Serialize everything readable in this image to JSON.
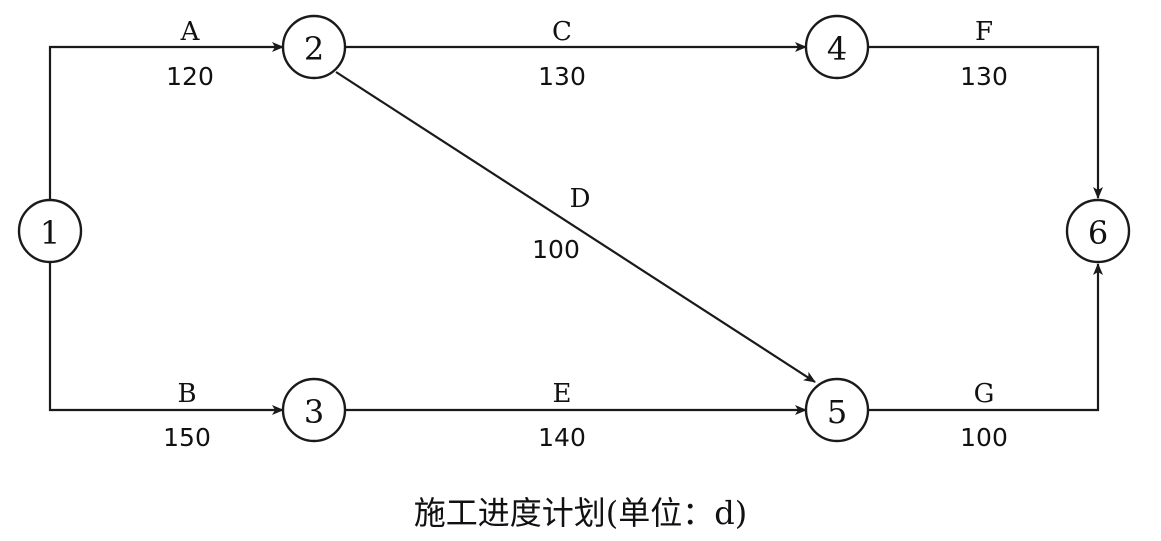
{
  "caption": "施工进度计划(单位：d)",
  "nodes": [
    {
      "id": "1",
      "label": "1"
    },
    {
      "id": "2",
      "label": "2"
    },
    {
      "id": "3",
      "label": "3"
    },
    {
      "id": "4",
      "label": "4"
    },
    {
      "id": "5",
      "label": "5"
    },
    {
      "id": "6",
      "label": "6"
    }
  ],
  "activities": [
    {
      "name": "A",
      "duration": "120",
      "from": "1",
      "to": "2"
    },
    {
      "name": "B",
      "duration": "150",
      "from": "1",
      "to": "3"
    },
    {
      "name": "C",
      "duration": "130",
      "from": "2",
      "to": "4"
    },
    {
      "name": "D",
      "duration": "100",
      "from": "2",
      "to": "5"
    },
    {
      "name": "E",
      "duration": "140",
      "from": "3",
      "to": "5"
    },
    {
      "name": "F",
      "duration": "130",
      "from": "4",
      "to": "6"
    },
    {
      "name": "G",
      "duration": "100",
      "from": "5",
      "to": "6"
    }
  ]
}
